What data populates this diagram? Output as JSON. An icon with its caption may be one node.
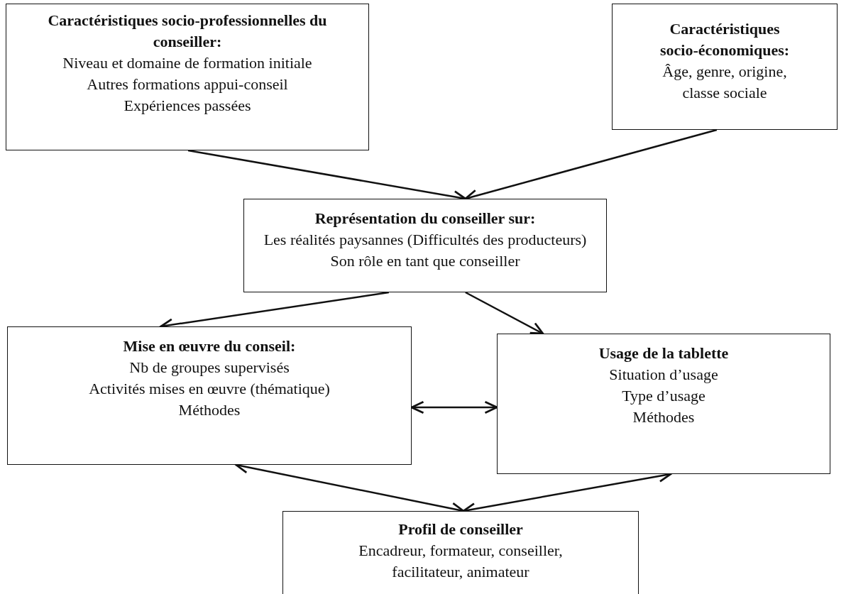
{
  "diagram": {
    "nodes": [
      {
        "text": [
          "Caractéristiques socio-professionnelles du conseiller:",
          "Niveau et domaine de formation initiale",
          "Autres formations appui-conseil",
          "Expériences passées"
        ]
      },
      {
        "text": [
          "Caractéristiques socio-économiques:",
          "Âge, genre, origine, classe sociale"
        ]
      },
      {
        "text": [
          "Représentation du conseiller sur:",
          "Les réalités paysannes (Difficultés des producteurs)",
          "Son rôle en tant que conseiller"
        ]
      },
      {
        "text": [
          "Mise en œuvre du conseil:",
          "Nb de groupes supervisés",
          "Activités mises en œuvre (thématique)",
          "Méthodes"
        ]
      },
      {
        "text": [
          "Usage de la tablette",
          "Situation d’usage",
          "Type d’usage",
          "Méthodes"
        ]
      },
      {
        "text": [
          "Profil de conseiller",
          "Encadreur, formateur, conseiller, facilitateur, animateur"
        ]
      }
    ],
    "edges": [
      {
        "from": 0,
        "to": 2,
        "arrow": "to"
      },
      {
        "from": 1,
        "to": 2,
        "arrow": "to"
      },
      {
        "from": 2,
        "to": 3,
        "arrow": "to"
      },
      {
        "from": 2,
        "to": 4,
        "arrow": "to"
      },
      {
        "from": 3,
        "to": 4,
        "arrow": "both"
      },
      {
        "from": 3,
        "to": 5,
        "arrow": "both"
      },
      {
        "from": 4,
        "to": 5,
        "arrow": "both"
      }
    ]
  }
}
